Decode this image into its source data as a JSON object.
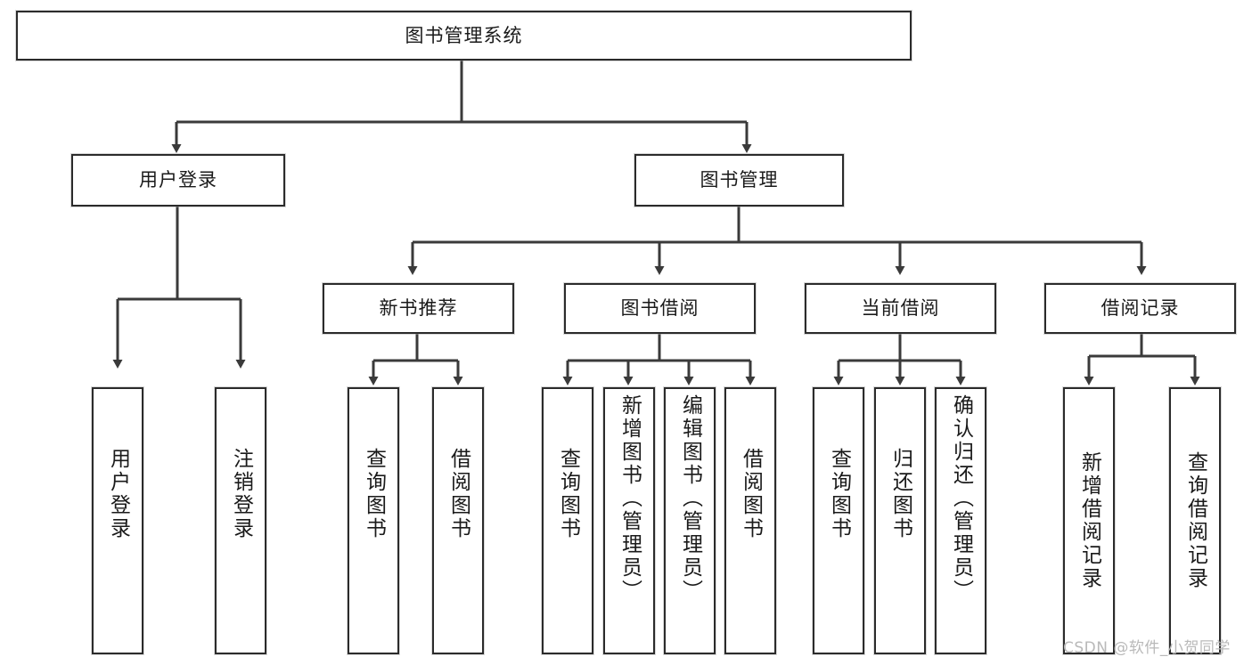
{
  "diagram": {
    "type": "hierarchy-tree",
    "title": "图书管理系统",
    "watermark": "CSDN @软件_小贺同学",
    "colors": {
      "background": "#ffffff",
      "border": "#2b2b2b",
      "edge": "#3a3a3a",
      "text": "#1a1a1a",
      "watermark": "#b9b9b9"
    },
    "levels": {
      "root": "图书管理系统",
      "level2": [
        "用户登录",
        "图书管理"
      ],
      "level3": [
        "新书推荐",
        "图书借阅",
        "当前借阅",
        "借阅记录"
      ]
    },
    "nodes": {
      "root": {
        "label": "图书管理系统"
      },
      "user_login": {
        "label": "用户登录"
      },
      "book_manage": {
        "label": "图书管理"
      },
      "new_book_rec": {
        "label": "新书推荐"
      },
      "book_borrow": {
        "label": "图书借阅"
      },
      "current_borrow": {
        "label": "当前借阅"
      },
      "borrow_record": {
        "label": "借阅记录"
      },
      "leaf_user_login": {
        "label": "用户登录"
      },
      "leaf_user_logout": {
        "label": "注销登录"
      },
      "leaf_rec_query": {
        "label": "查询图书"
      },
      "leaf_rec_borrow": {
        "label": "借阅图书"
      },
      "leaf_borrow_query": {
        "label": "查询图书"
      },
      "leaf_borrow_add": {
        "label": "新增图书（管理员）"
      },
      "leaf_borrow_edit": {
        "label": "编辑图书（管理员）"
      },
      "leaf_borrow_lend": {
        "label": "借阅图书"
      },
      "leaf_cur_query": {
        "label": "查询图书"
      },
      "leaf_cur_return": {
        "label": "归还图书"
      },
      "leaf_cur_confirm": {
        "label": "确认归还（管理员）"
      },
      "leaf_rec_add": {
        "label": "新增借阅记录"
      },
      "leaf_rec_query2": {
        "label": "查询借阅记录"
      }
    }
  }
}
